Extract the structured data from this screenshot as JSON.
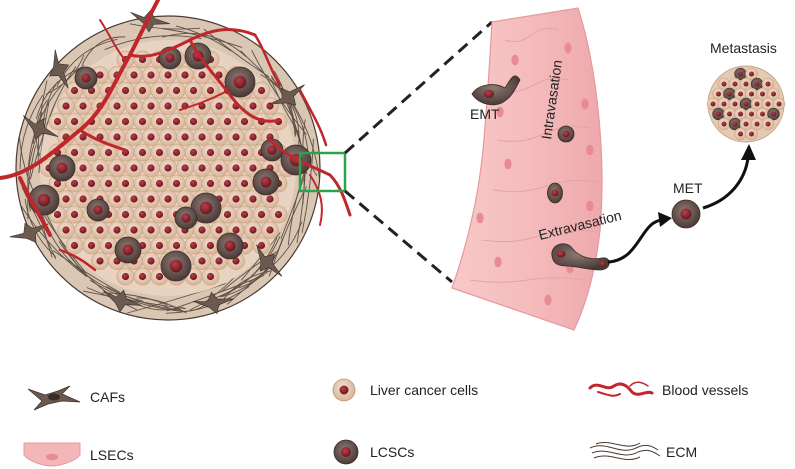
{
  "labels": {
    "emt": "EMT",
    "intravasation": "Intravasation",
    "extravasation": "Extravasation",
    "met": "MET",
    "metastasis": "Metastasis"
  },
  "legend": {
    "cafs": "CAFs",
    "lsecs": "LSECs",
    "liver_cancer_cells": "Liver cancer cells",
    "lcscs": "LCSCs",
    "blood_vessels": "Blood vessels",
    "ecm": "ECM"
  },
  "colors": {
    "vessel_red": "#c0272d",
    "cancer_cell_fill": "#e6c9b2",
    "cancer_nucleus": "#8c2530",
    "lcsc_fill": "#5e4b47",
    "lsec_pink": "#f4b7b9",
    "ecm_brown": "#4a3b32",
    "zoom_box": "#2ca24a"
  }
}
